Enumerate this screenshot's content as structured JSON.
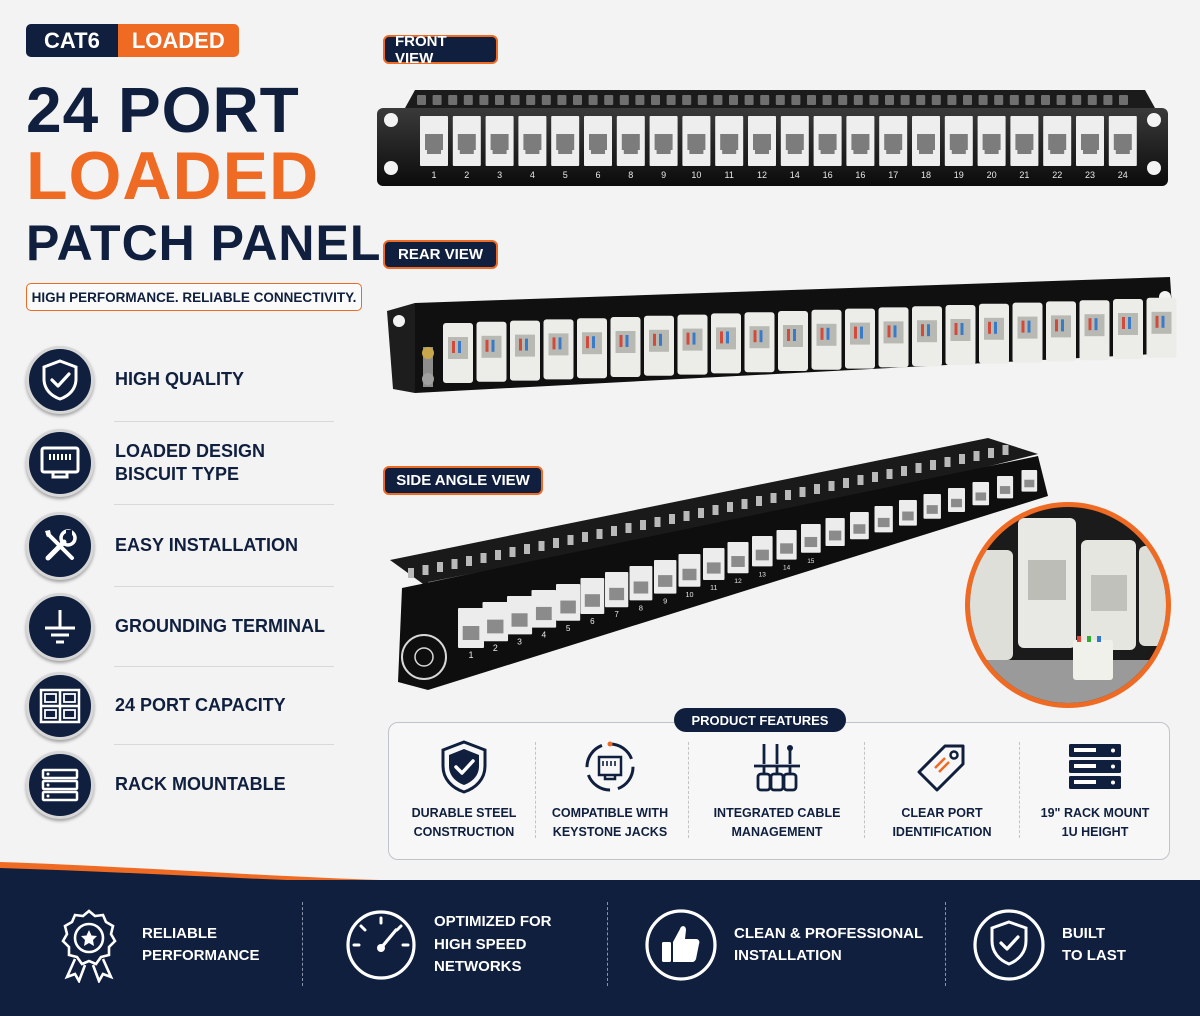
{
  "badge": {
    "left": "CAT6",
    "right": "LOADED"
  },
  "title": {
    "line1": "24 PORT",
    "line2": "LOADED",
    "line3": "PATCH PANEL"
  },
  "tagline": "HIGH PERFORMANCE. RELIABLE CONNECTIVITY.",
  "features": [
    {
      "icon": "shield-check-icon",
      "lines": [
        "HIGH QUALITY"
      ]
    },
    {
      "icon": "ethernet-port-icon",
      "lines": [
        "LOADED DESIGN",
        "BISCUIT TYPE"
      ]
    },
    {
      "icon": "tools-icon",
      "lines": [
        "EASY INSTALLATION"
      ]
    },
    {
      "icon": "ground-icon",
      "lines": [
        "GROUNDING TERMINAL"
      ]
    },
    {
      "icon": "port-grid-icon",
      "lines": [
        "24 PORT CAPACITY"
      ]
    },
    {
      "icon": "rack-icon",
      "lines": [
        "RACK MOUNTABLE"
      ]
    }
  ],
  "views": {
    "front": "FRONT VIEW",
    "rear": "REAR VIEW",
    "side": "SIDE ANGLE VIEW"
  },
  "port_numbers": [
    "1",
    "2",
    "3",
    "4",
    "5",
    "6",
    "8",
    "9",
    "10",
    "11",
    "12",
    "14",
    "16",
    "16",
    "17",
    "18",
    "19",
    "20",
    "21",
    "22",
    "23",
    "24"
  ],
  "side_port_numbers": [
    "1",
    "2",
    "3",
    "4",
    "5",
    "6",
    "7",
    "8",
    "9",
    "10",
    "11",
    "12",
    "13",
    "14",
    "15"
  ],
  "product_features": {
    "title": "PRODUCT FEATURES",
    "items": [
      {
        "icon": "shield-check-icon",
        "lines": [
          "DURABLE STEEL",
          "CONSTRUCTION"
        ]
      },
      {
        "icon": "keystone-jack-icon",
        "lines": [
          "COMPATIBLE WITH",
          "KEYSTONE JACKS"
        ]
      },
      {
        "icon": "cable-management-icon",
        "lines": [
          "INTEGRATED CABLE",
          "MANAGEMENT"
        ]
      },
      {
        "icon": "tag-icon",
        "lines": [
          "CLEAR PORT",
          "IDENTIFICATION"
        ]
      },
      {
        "icon": "rack-server-icon",
        "lines": [
          "19\" RACK MOUNT",
          "1U HEIGHT"
        ]
      }
    ]
  },
  "bottom": [
    {
      "icon": "award-icon",
      "lines": [
        "RELIABLE",
        "PERFORMANCE"
      ]
    },
    {
      "icon": "speedometer-icon",
      "lines": [
        "OPTIMIZED FOR",
        "HIGH SPEED",
        "NETWORKS"
      ]
    },
    {
      "icon": "thumbs-up-icon",
      "lines": [
        "CLEAN & PROFESSIONAL",
        "INSTALLATION"
      ]
    },
    {
      "icon": "shield-check-icon",
      "lines": [
        "BUILT",
        "TO LAST"
      ]
    }
  ],
  "colors": {
    "navy": "#0f1f3d",
    "orange": "#ef6a23",
    "background": "#f3f3f3"
  }
}
